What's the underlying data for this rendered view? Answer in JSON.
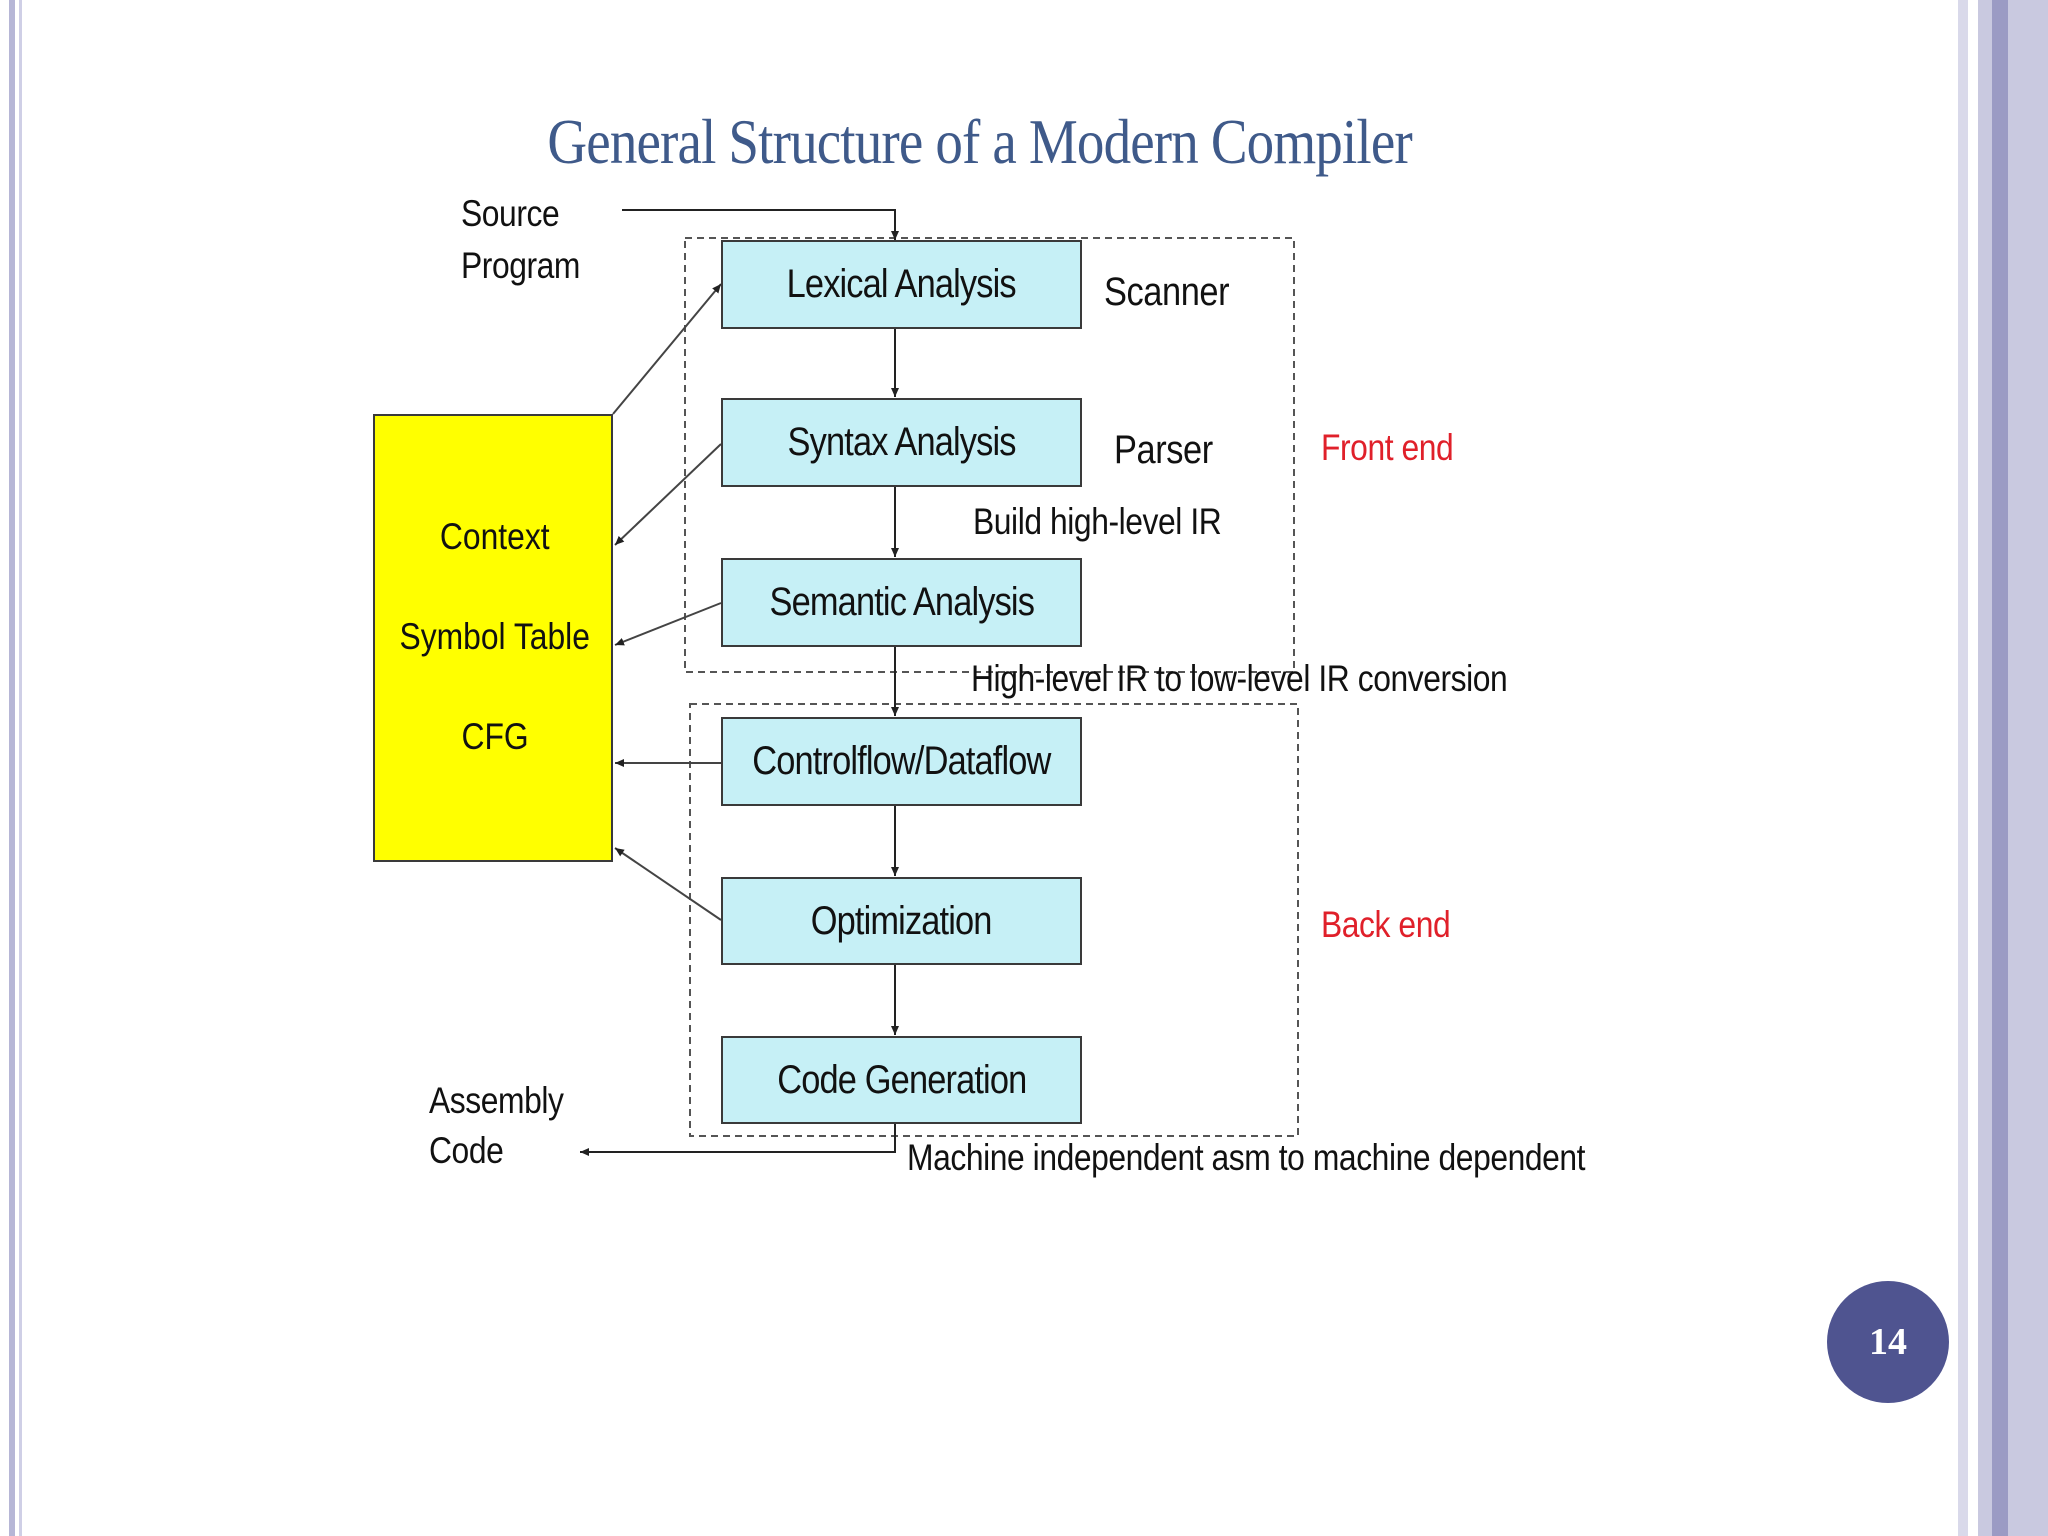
{
  "title": "General Structure of a Modern Compiler",
  "source_program": [
    "Source",
    "Program"
  ],
  "assembly_code": [
    "Assembly",
    "Code"
  ],
  "phases": [
    {
      "label": "Lexical Analysis"
    },
    {
      "label": "Syntax Analysis"
    },
    {
      "label": "Semantic Analysis"
    },
    {
      "label": "Controlflow/Dataflow"
    },
    {
      "label": "Optimization"
    },
    {
      "label": "Code Generation"
    }
  ],
  "side_labels": {
    "scanner": "Scanner",
    "parser": "Parser",
    "build_ir": "Build high-level IR",
    "ir_conversion": "High-level IR to low-level IR conversion",
    "machine_dependent": "Machine independent asm to machine dependent"
  },
  "groups": {
    "front_end": "Front end",
    "back_end": "Back end"
  },
  "symbol_box": [
    "Context",
    "Symbol Table",
    "CFG"
  ],
  "page_number": "14",
  "colors": {
    "title": "#3f5a8a",
    "phase_box": "#c6f0f6",
    "symbol_box": "#ffff00",
    "group_label": "#e0202a",
    "page_badge": "#4f5490"
  }
}
